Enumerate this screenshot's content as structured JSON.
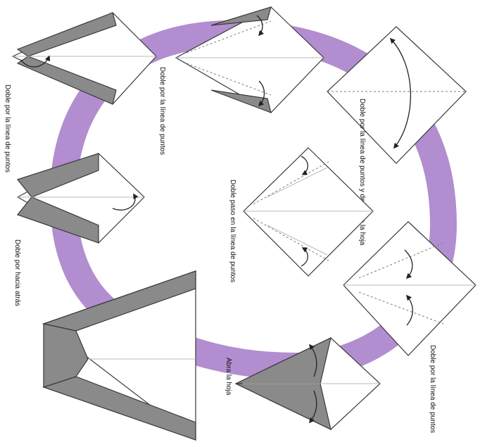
{
  "colors": {
    "ring": "#b28dcf",
    "paper": "#ffffff",
    "paper_grey": "#8a8a8a",
    "outline": "#3a3a3a"
  },
  "captions": {
    "step1": "Doble por la línea de puntos y desdoble la hoja",
    "step2": "Doble por la línea de puntos",
    "step3": "Doble paso en la línea de puntos",
    "step4": "Abra la hoja",
    "step5": "Doble por la línea de puntos",
    "step6": "Doble por la línea de puntos",
    "step7": "Doble por hacia atrás"
  }
}
